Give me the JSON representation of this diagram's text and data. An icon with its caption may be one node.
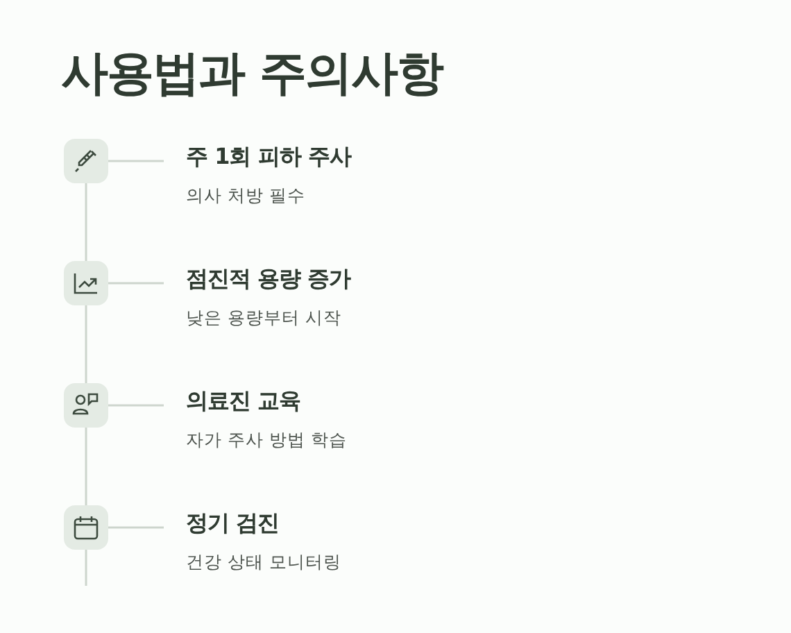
{
  "diagram": {
    "title": "사용법과 주의사항",
    "nodes": [
      {
        "text": [],
        "shape": "box"
      },
      {
        "text": [
          "주 1회 피하 주사",
          "의사 처방 필수"
        ]
      },
      {
        "text": [],
        "shape": "box"
      },
      {
        "text": [
          "점진적 용량 증가",
          "낮은 용량부터 시작"
        ]
      },
      {
        "text": [],
        "shape": "box"
      },
      {
        "text": [
          "의료진 교육",
          "자가 주사 방법 학습"
        ]
      },
      {
        "text": [],
        "shape": "box"
      },
      {
        "text": [
          "정기 검진",
          "건강 상태 모니터링"
        ]
      }
    ],
    "edges": [
      {
        "from": 0,
        "to": 1,
        "arrow": "none"
      },
      {
        "from": 0,
        "to": 2,
        "arrow": "none"
      },
      {
        "from": 2,
        "to": 3,
        "arrow": "none"
      },
      {
        "from": 2,
        "to": 4,
        "arrow": "none"
      },
      {
        "from": 4,
        "to": 5,
        "arrow": "none"
      },
      {
        "from": 4,
        "to": 6,
        "arrow": "none"
      },
      {
        "from": 6,
        "to": 7,
        "arrow": "none"
      },
      {
        "from": 6,
        "to": null,
        "arrow": "none"
      }
    ]
  }
}
